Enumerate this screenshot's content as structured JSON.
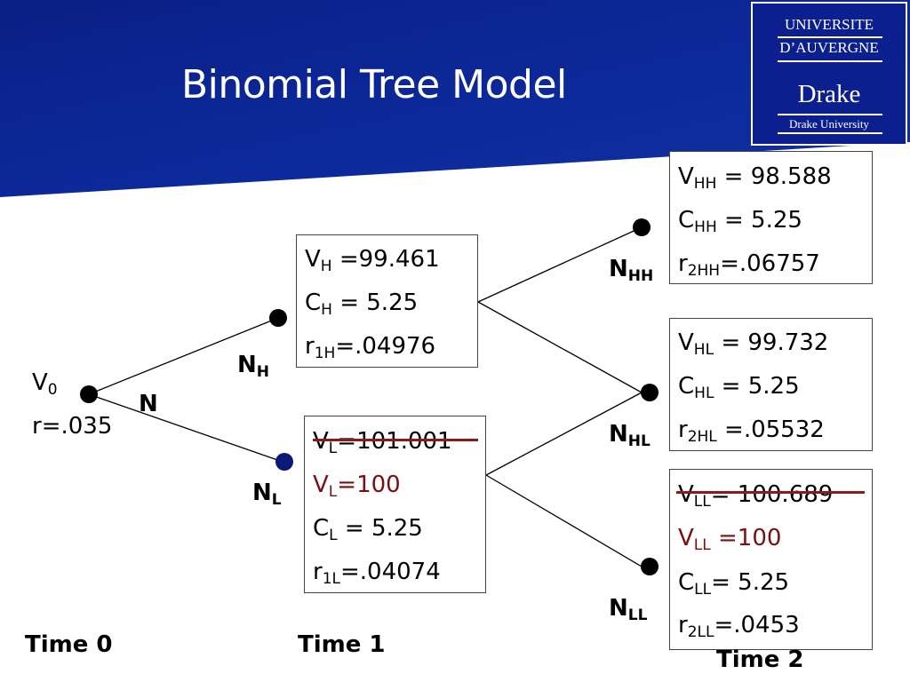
{
  "title": "Binomial Tree Model",
  "logo": {
    "line1": "UNIVERSITE",
    "line2": "D’AUVERGNE",
    "drake": "Drake",
    "sub": "Drake University"
  },
  "colors": {
    "header_blue": "#0b1f8f",
    "strike_red": "#8b1a1a",
    "revised_value_red": "#7a1010"
  },
  "nodes": {
    "root": {
      "v_label": "V",
      "v_sub": "0",
      "r_text": "r=.035",
      "node_label": "N"
    },
    "up": {
      "label": "N",
      "label_sub": "H"
    },
    "down": {
      "label": "N",
      "label_sub": "L"
    },
    "hh": {
      "label": "N",
      "label_sub": "HH"
    },
    "hl": {
      "label": "N",
      "label_sub": "HL"
    },
    "ll": {
      "label": "N",
      "label_sub": "LL"
    }
  },
  "boxes": {
    "h": {
      "v": {
        "sym": "V",
        "sub": "H",
        "val": " =99.461"
      },
      "c": {
        "sym": "C",
        "sub": "H",
        "val": " = 5.25"
      },
      "r": {
        "sym": "r",
        "sub": "1H",
        "val": "=.04976"
      }
    },
    "l": {
      "v_old": {
        "sym": "V",
        "sub": "L",
        "val": "=101.001"
      },
      "v_new": {
        "sym": "V",
        "sub": "L",
        "val": "=100"
      },
      "c": {
        "sym": "C",
        "sub": "L",
        "val": " = 5.25"
      },
      "r": {
        "sym": "r",
        "sub": "1L",
        "val": "=.04074"
      }
    },
    "hh": {
      "v": {
        "sym": "V",
        "sub": "HH",
        "val": " = 98.588"
      },
      "c": {
        "sym": "C",
        "sub": "HH",
        "val": " = 5.25"
      },
      "r": {
        "sym": "r",
        "sub": "2HH",
        "val": "=.06757"
      }
    },
    "hl": {
      "v": {
        "sym": "V",
        "sub": "HL",
        "val": " = 99.732"
      },
      "c": {
        "sym": "C",
        "sub": "HL",
        "val": " = 5.25"
      },
      "r": {
        "sym": "r",
        "sub": "2HL",
        "val": " =.05532"
      }
    },
    "ll": {
      "v_old": {
        "sym": "V",
        "sub": "LL",
        "val": "= 100.689"
      },
      "v_new": {
        "sym": "V",
        "sub": "LL",
        "val": " =100"
      },
      "c": {
        "sym": "C",
        "sub": "LL",
        "val": "= 5.25"
      },
      "r": {
        "sym": "r",
        "sub": "2LL",
        "val": "=.0453"
      }
    }
  },
  "time_labels": {
    "t0": "Time 0",
    "t1": "Time 1",
    "t2": "Time 2"
  }
}
